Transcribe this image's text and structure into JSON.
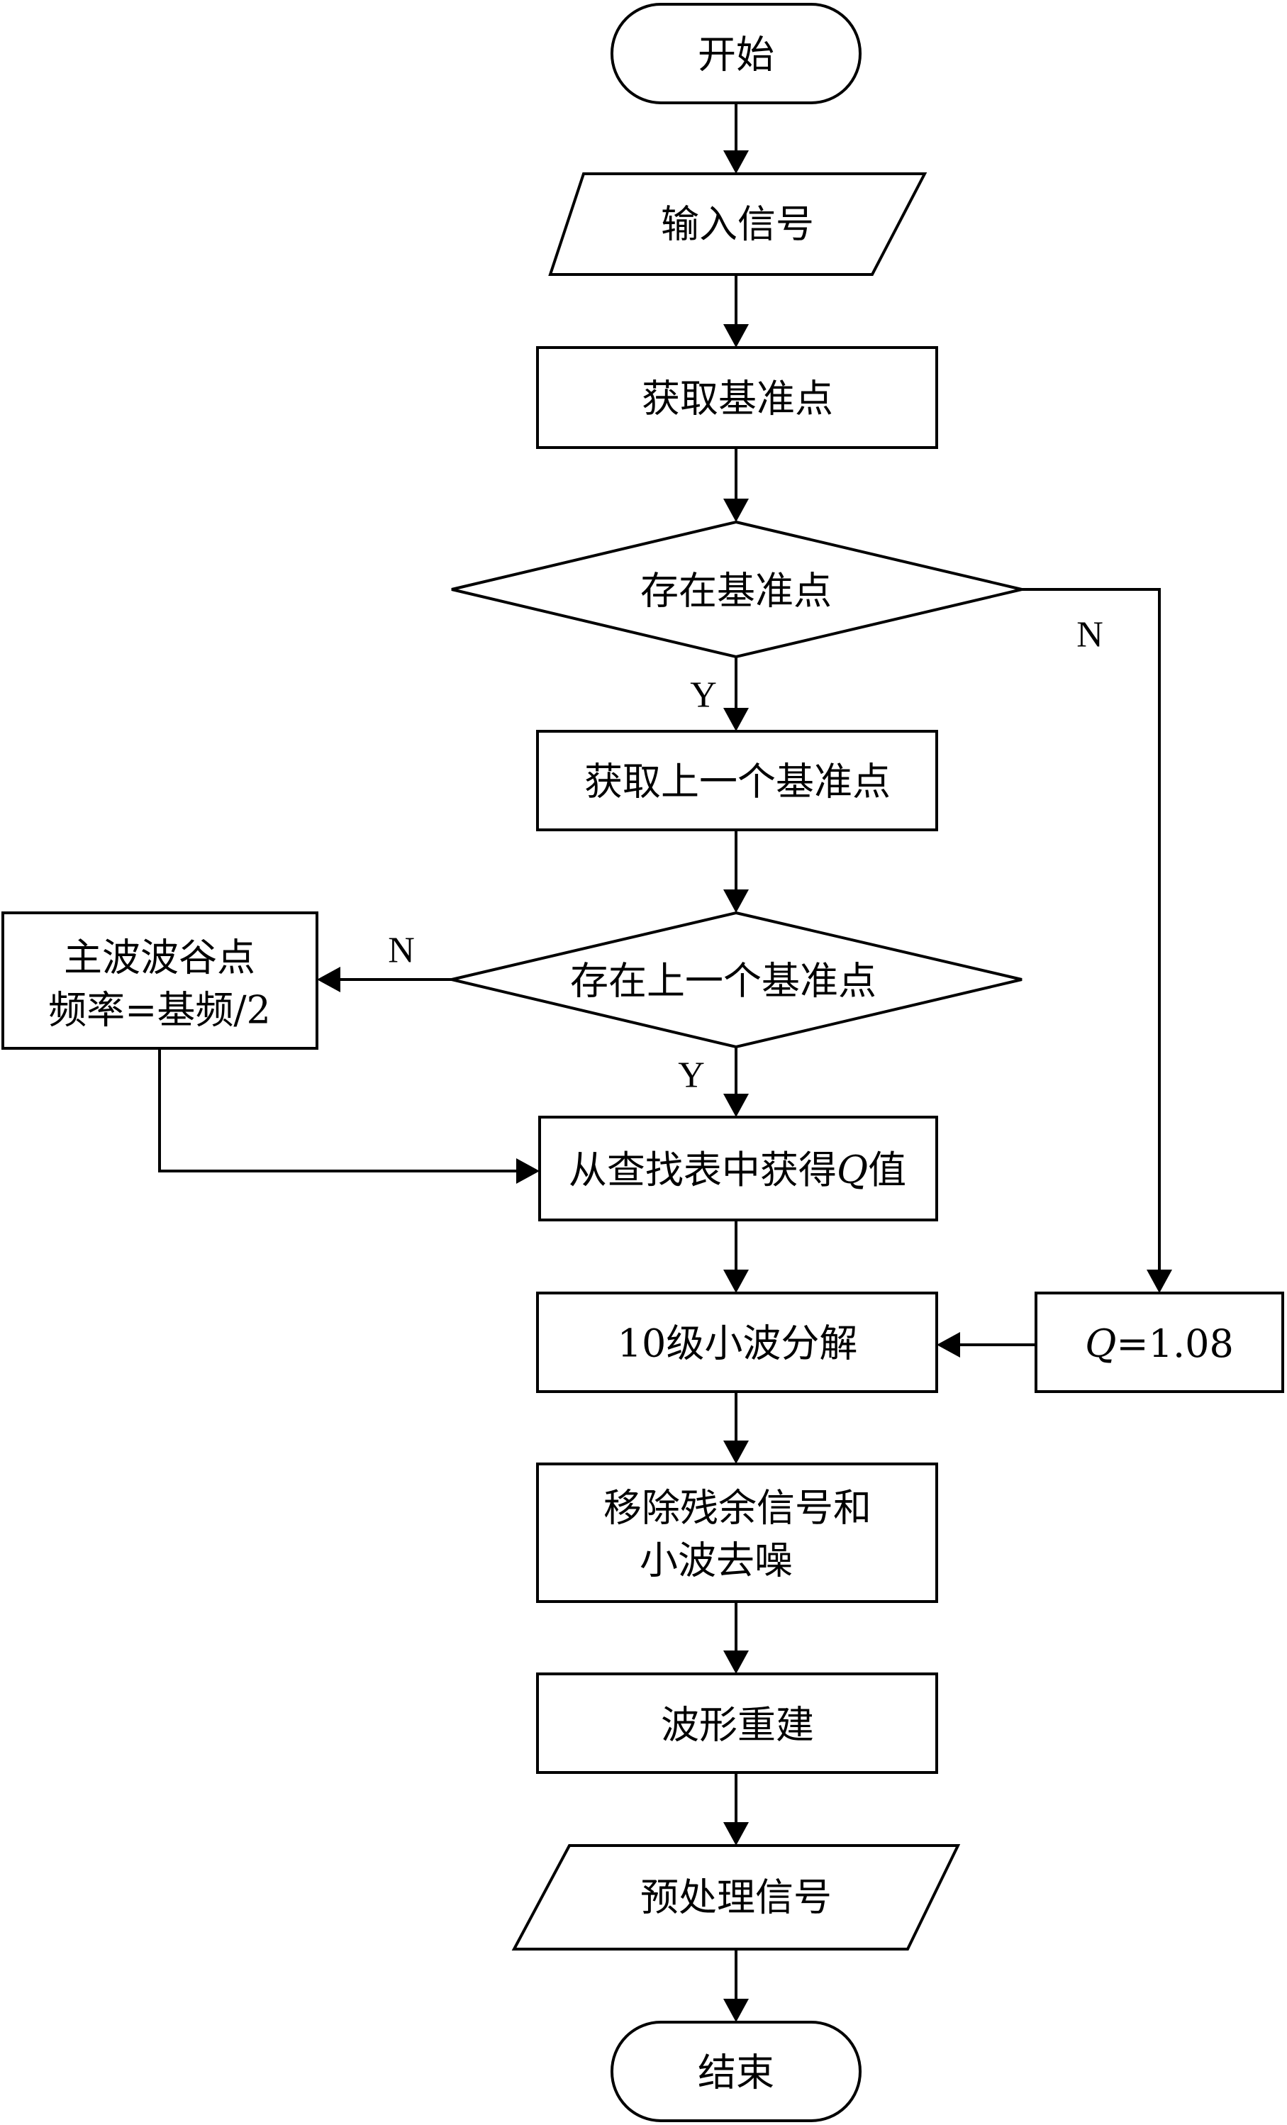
{
  "nodes": {
    "start": {
      "label": "开始"
    },
    "input_signal": {
      "label": "输入信号"
    },
    "get_reference_points": {
      "label": "获取基准点"
    },
    "reference_point_exists": {
      "label": "存在基准点"
    },
    "get_previous_reference_point": {
      "label": "获取上一个基准点"
    },
    "previous_reference_point_exists": {
      "label": "存在上一个基准点"
    },
    "main_wave_trough_frequency": {
      "line1": "主波波谷点",
      "line2": "频率=基频/2"
    },
    "lookup_q_value": {
      "prefix": "从查找表中获得",
      "italic": "Q",
      "suffix": "值"
    },
    "q_default": {
      "italic": "Q",
      "suffix": "=1.08"
    },
    "wavelet_decomposition": {
      "label": "10级小波分解"
    },
    "remove_residual_denoise": {
      "line1": "移除残余信号和",
      "line2": "小波去噪"
    },
    "waveform_reconstruction": {
      "label": "波形重建"
    },
    "preprocessed_signal": {
      "label": "预处理信号"
    },
    "end": {
      "label": "结束"
    }
  },
  "edge_labels": {
    "exists_no": "N",
    "exists_yes": "Y",
    "previous_no": "N",
    "previous_yes": "Y"
  }
}
